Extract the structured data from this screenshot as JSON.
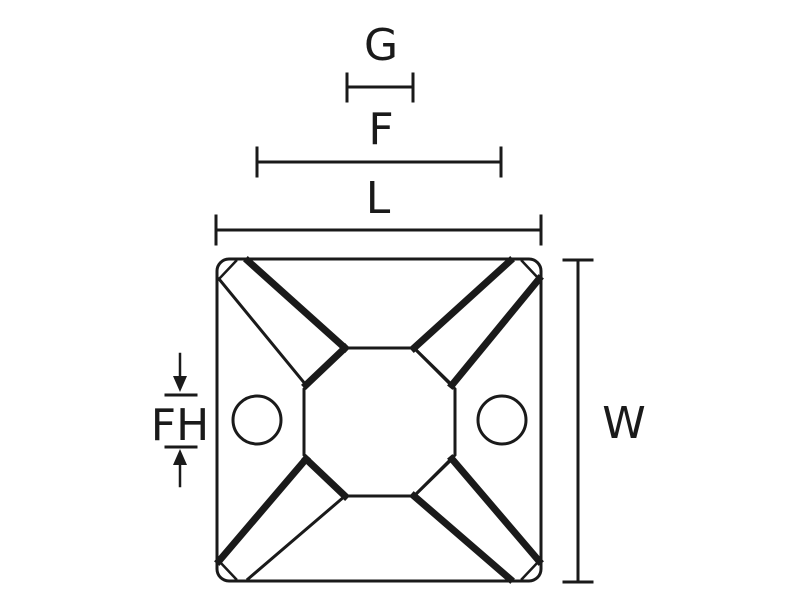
{
  "labels": {
    "g": "G",
    "f": "F",
    "l": "L",
    "w": "W",
    "fh": "FH"
  },
  "colors": {
    "stroke": "#1a1a1a",
    "background": "#ffffff"
  }
}
